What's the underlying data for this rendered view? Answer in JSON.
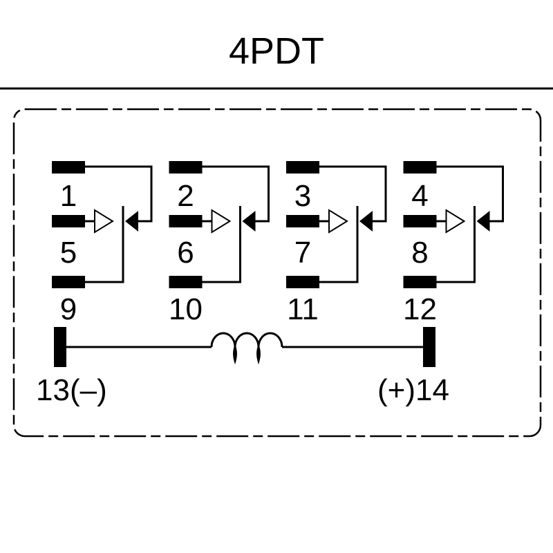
{
  "title": "4PDT",
  "poles": [
    {
      "top_pin": "1",
      "mid_pin": "5",
      "bottom_pin": "9"
    },
    {
      "top_pin": "2",
      "mid_pin": "6",
      "bottom_pin": "10"
    },
    {
      "top_pin": "3",
      "mid_pin": "7",
      "bottom_pin": "11"
    },
    {
      "top_pin": "4",
      "mid_pin": "8",
      "bottom_pin": "12"
    }
  ],
  "coil": {
    "left_label": "13(–)",
    "right_label": "(+)14"
  },
  "colors": {
    "line": "#000000",
    "background": "#ffffff"
  }
}
